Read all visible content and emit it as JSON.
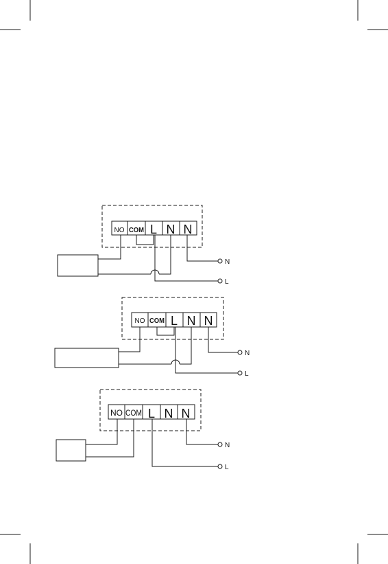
{
  "colors": {
    "line": "#1a1a1a",
    "background": "#ffffff"
  },
  "diagrams": [
    {
      "terminals": [
        "NO",
        "COM",
        "L",
        "N",
        "N"
      ],
      "supply": {
        "neutral": "N",
        "live": "L"
      }
    },
    {
      "terminals": [
        "NO",
        "COM",
        "L",
        "N",
        "N"
      ],
      "supply": {
        "neutral": "N",
        "live": "L"
      }
    },
    {
      "terminals": [
        "NO",
        "COM",
        "L",
        "N",
        "N"
      ],
      "supply": {
        "neutral": "N",
        "live": "L"
      }
    }
  ]
}
